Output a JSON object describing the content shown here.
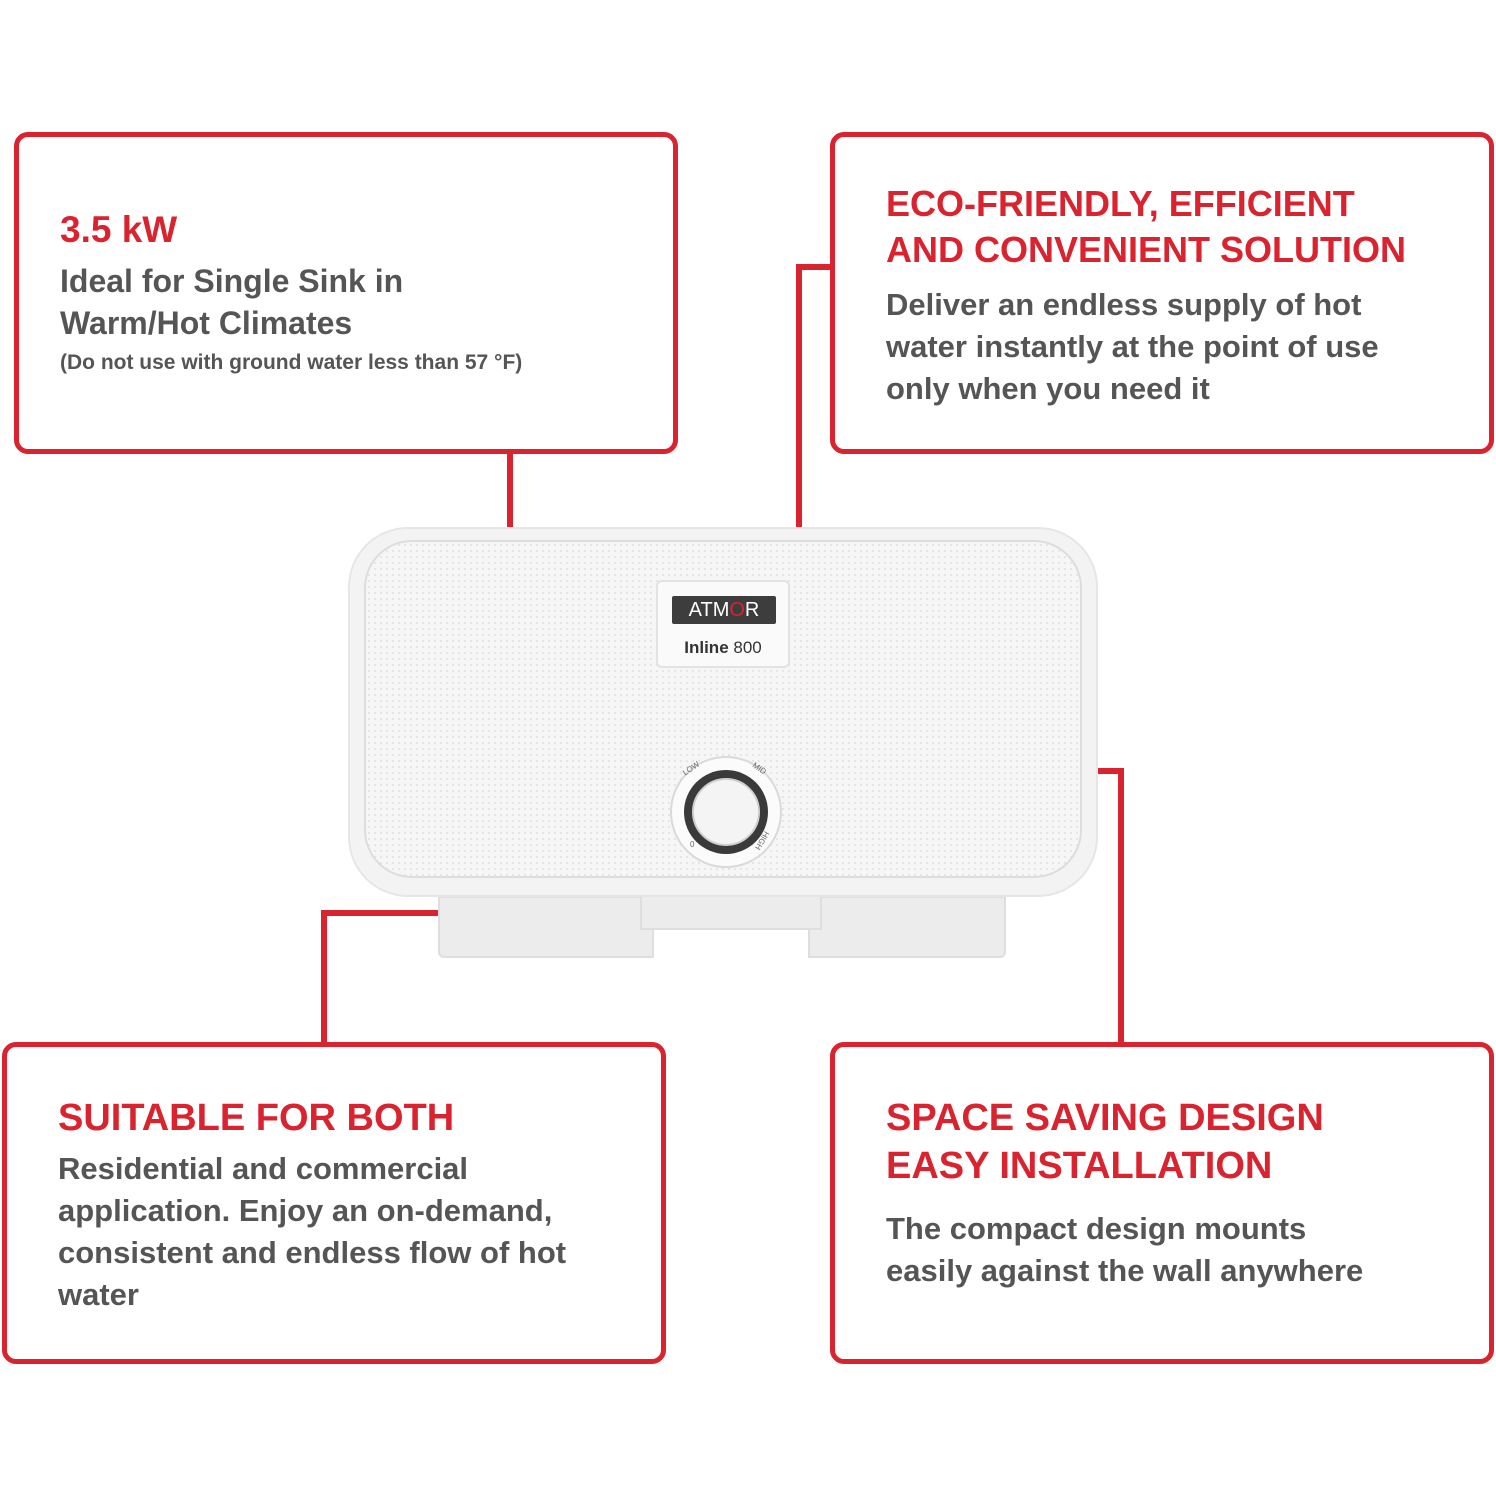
{
  "colors": {
    "accent": "#d9232e",
    "body_text": "#555555"
  },
  "box_top_left": {
    "heading": "3.5 kW",
    "line1": "Ideal for Single Sink in",
    "line2": "Warm/Hot Climates",
    "note": "(Do not use with ground water less than 57 °F)"
  },
  "box_top_right": {
    "heading_line1": "ECO-FRIENDLY, EFFICIENT",
    "heading_line2": "AND CONVENIENT SOLUTION",
    "body_line1": "Deliver an endless supply of hot",
    "body_line2": "water instantly at the point of use",
    "body_line3": "only when you need it"
  },
  "box_bottom_left": {
    "heading": "SUITABLE FOR BOTH",
    "body_line1": "Residential and commercial",
    "body_line2": "application. Enjoy an on-demand,",
    "body_line3": "consistent and endless flow of hot",
    "body_line4": "water"
  },
  "box_bottom_right": {
    "heading_line1": "SPACE SAVING DESIGN",
    "heading_line2": "EASY INSTALLATION",
    "body_line1": "The compact design mounts",
    "body_line2": "easily against the wall anywhere"
  },
  "product": {
    "brand_pre": "ATM",
    "brand_o": "O",
    "brand_post": "R",
    "model_bold": "Inline",
    "model_num": " 800",
    "dial_low": "LOW",
    "dial_mid": "MID",
    "dial_high": "HIGH",
    "dial_off": "0"
  }
}
